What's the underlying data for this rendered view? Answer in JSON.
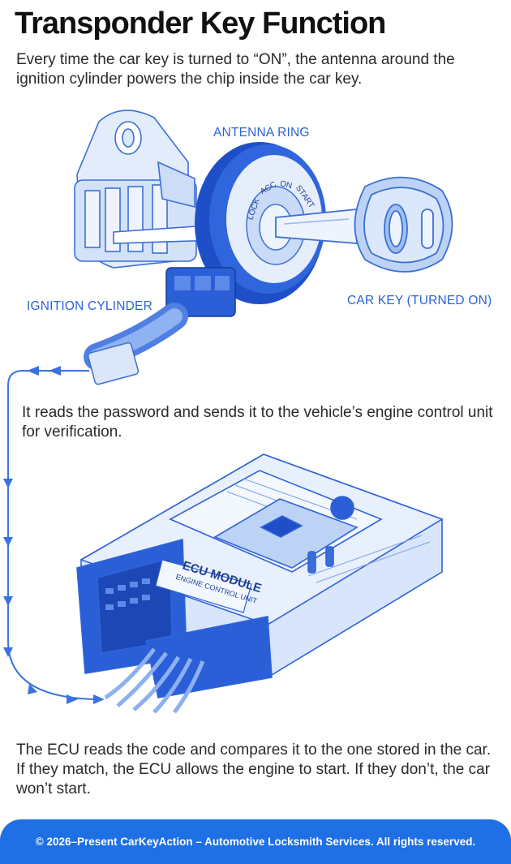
{
  "title": "Transponder Key Function",
  "intro": "Every time the car key is turned to “ON”, the antenna around the ignition cylinder powers the chip inside the car key.",
  "labels": {
    "antenna_ring": "ANTENNA RING",
    "ignition_cylinder": "IGNITION CYLINDER",
    "car_key": "CAR KEY (TURNED ON)",
    "ring_markings": [
      "LOCK",
      "ACC",
      "ON",
      "START"
    ],
    "ecu_title": "ECU MODULE",
    "ecu_subtitle": "ENGINE CONTROL UNIT"
  },
  "step2": "It reads the password and sends it to the vehicle’s engine control unit for verification.",
  "step3": "The ECU reads the code and compares it to the one stored in the car. If they match, the ECU allows the engine to start. If they don’t, the car won’t start.",
  "footer": "© 2026–Present CarKeyAction – Automotive Locksmith Services. All rights reserved.",
  "colors": {
    "accent": "#2c63d6",
    "light_blue": "#dce8fb",
    "mid_blue": "#9dbdf0",
    "dark_blue": "#1f4fc8",
    "footer_bg": "#1f6fe5"
  }
}
